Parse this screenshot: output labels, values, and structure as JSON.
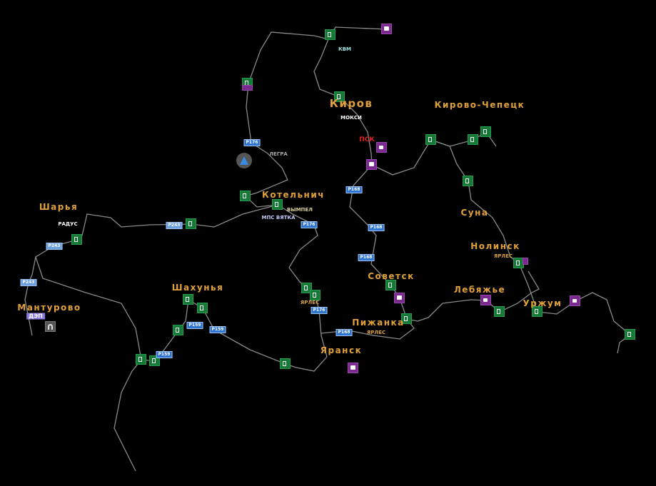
{
  "map": {
    "cities": [
      "Киров",
      "Кирово-Чепецк",
      "Котельнич",
      "Шарья",
      "Суна",
      "Нолинск",
      "Советск",
      "Лебяжье",
      "Уржум",
      "Шахунья",
      "Мантурово",
      "Пижанка",
      "Яранск"
    ],
    "roads": [
      "P176",
      "P168",
      "P159",
      "P243"
    ],
    "companies": [
      "МОКСИ",
      "ПСК",
      "ЯРЛЕС",
      "ВЫМПЕЛ",
      "МПС ВЯТКА",
      "ДЭП",
      "РАДУС",
      "ЛЕГРА",
      "КВМ"
    ],
    "icons": {
      "fuel": "fuel-station-icon",
      "truck": "truck-dealer-icon",
      "camera": "viewpoint-camera-icon",
      "player": "player-arrow-icon"
    },
    "colors": {
      "fuel": "#157a35",
      "service": "#7a2a8e",
      "city": "#e0a03a",
      "road_shield": "#2f74d0",
      "road": "#8a8a8a"
    }
  }
}
